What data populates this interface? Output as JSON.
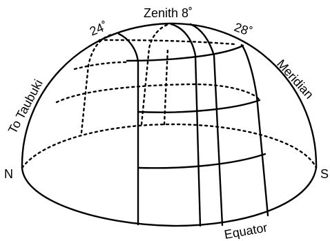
{
  "labels": {
    "zenith": "Zenith 8˚",
    "left_angle": "24˚",
    "right_angle": "28˚",
    "meridian": "Meridian",
    "to_taubuki": "To Taubuki",
    "north": "N",
    "south": "S",
    "equator": "Equator"
  }
}
